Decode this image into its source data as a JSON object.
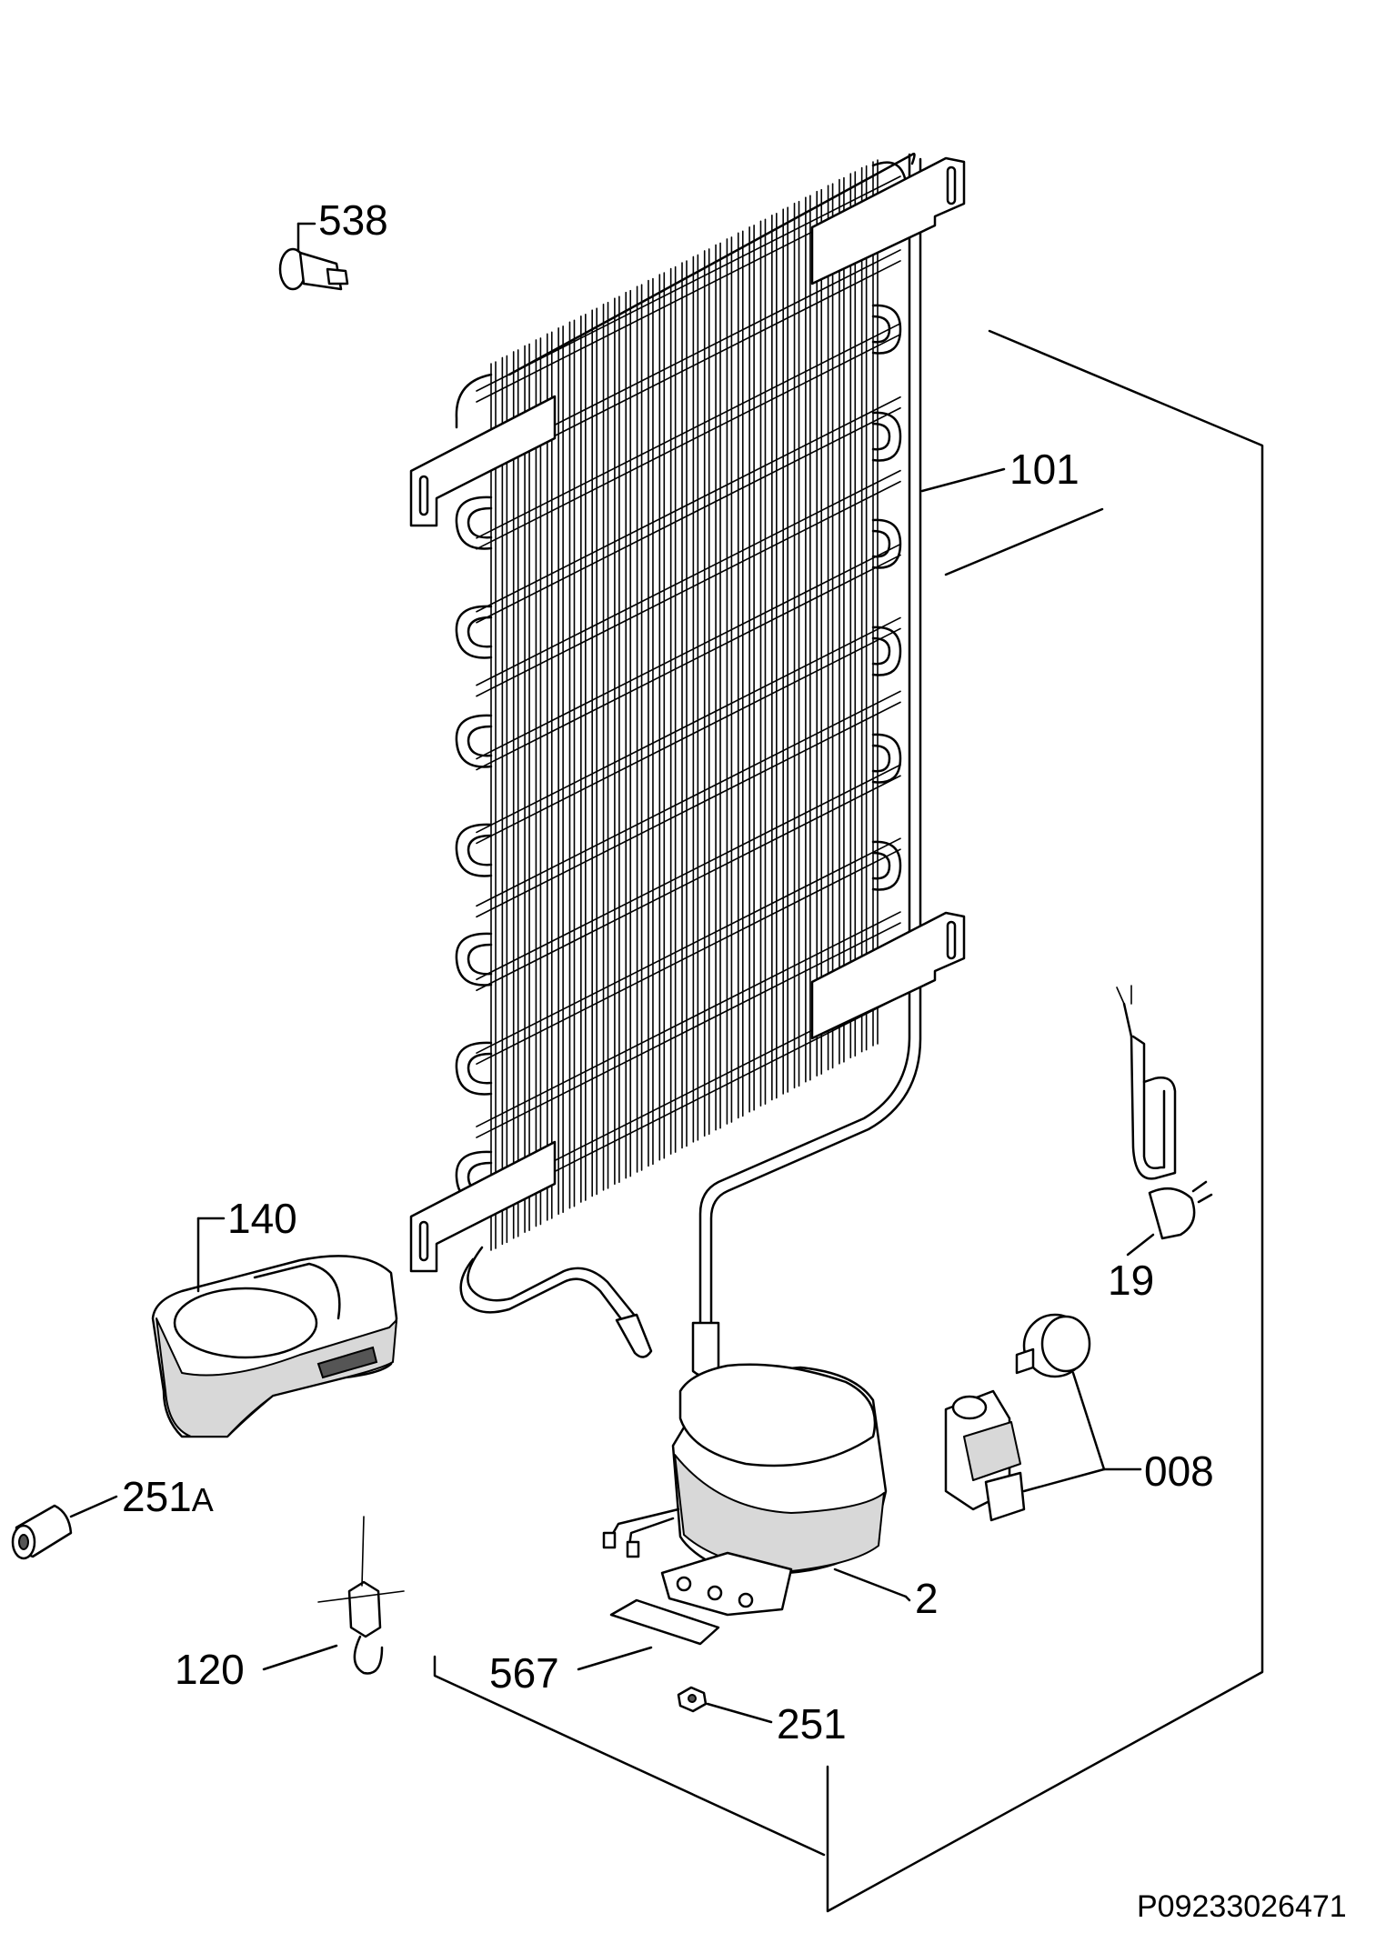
{
  "labels": {
    "p538": "538",
    "p101": "101",
    "p140": "140",
    "p19": "19",
    "p008": "008",
    "p251a_num": "251",
    "p251a_suffix": "A",
    "p2": "2",
    "p120": "120",
    "p567": "567",
    "p251": "251"
  },
  "reference_code": "P09233026471"
}
